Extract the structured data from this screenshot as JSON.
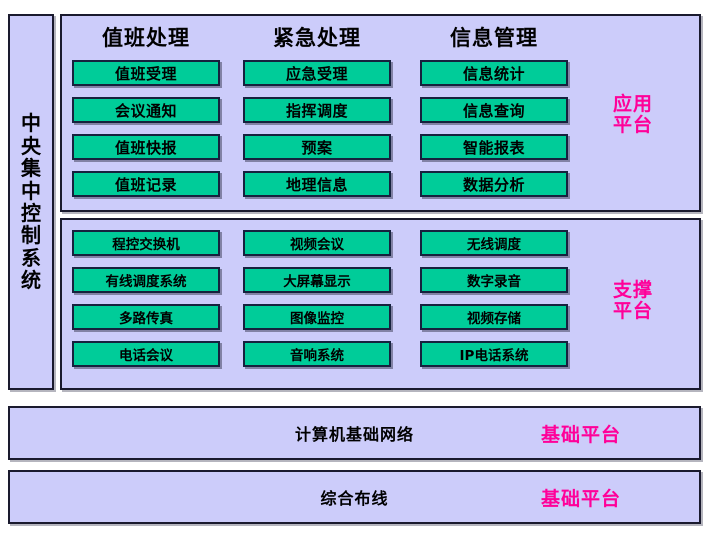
{
  "diagram": {
    "spine": {
      "label": "中央集中控制系统"
    },
    "panels": [
      {
        "id": "application",
        "platform_tag": "应用\n平台",
        "columns": [
          {
            "heading": "值班处理",
            "items": [
              "值班受理",
              "会议通知",
              "值班快报",
              "值班记录"
            ]
          },
          {
            "heading": "紧急处理",
            "items": [
              "应急受理",
              "指挥调度",
              "预案",
              "地理信息"
            ]
          },
          {
            "heading": "信息管理",
            "items": [
              "信息统计",
              "信息查询",
              "智能报表",
              "数据分析"
            ]
          }
        ]
      },
      {
        "id": "support",
        "platform_tag": "支撑\n平台",
        "columns": [
          {
            "heading": "",
            "items": [
              "程控交换机",
              "有线调度系统",
              "多路传真",
              "电话会议"
            ]
          },
          {
            "heading": "",
            "items": [
              "视频会议",
              "大屏幕显示",
              "图像监控",
              "音响系统"
            ]
          },
          {
            "heading": "",
            "items": [
              "无线调度",
              "数字录音",
              "视频存储",
              "IP电话系统"
            ]
          }
        ]
      }
    ],
    "bars": [
      {
        "id": "network",
        "title": "计算机基础网络",
        "tag": "基础平台"
      },
      {
        "id": "cabling",
        "title": "综合布线",
        "tag": "基础平台"
      }
    ],
    "colors": {
      "panel_background": "#ccccfa",
      "cell_background": "#00cc99",
      "border": "#16213e",
      "tag_text": "#ff0099",
      "text": "#000000"
    }
  }
}
